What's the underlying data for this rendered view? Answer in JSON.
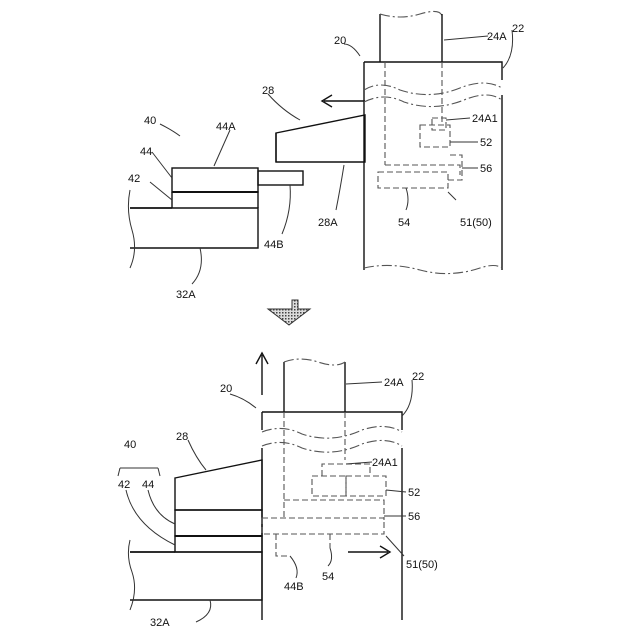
{
  "top": {
    "labels": {
      "l20": "20",
      "l24A": "24A",
      "l22": "22",
      "l28": "28",
      "l40": "40",
      "l44A": "44A",
      "l44": "44",
      "l42": "42",
      "l24A1": "24A1",
      "l52": "52",
      "l56": "56",
      "l54": "54",
      "l51": "51(50)",
      "l28A": "28A",
      "l44B": "44B",
      "l32A": "32A"
    }
  },
  "bottom": {
    "labels": {
      "l20": "20",
      "l24A": "24A",
      "l22": "22",
      "l40": "40",
      "l28": "28",
      "l42": "42",
      "l44": "44",
      "l24A1": "24A1",
      "l52": "52",
      "l56": "56",
      "l54": "54",
      "l44B": "44B",
      "l51": "51(50)",
      "l32A": "32A"
    }
  },
  "colors": {
    "line": "#111111",
    "hidden": "#555555",
    "transition_arrow": "#666666"
  }
}
